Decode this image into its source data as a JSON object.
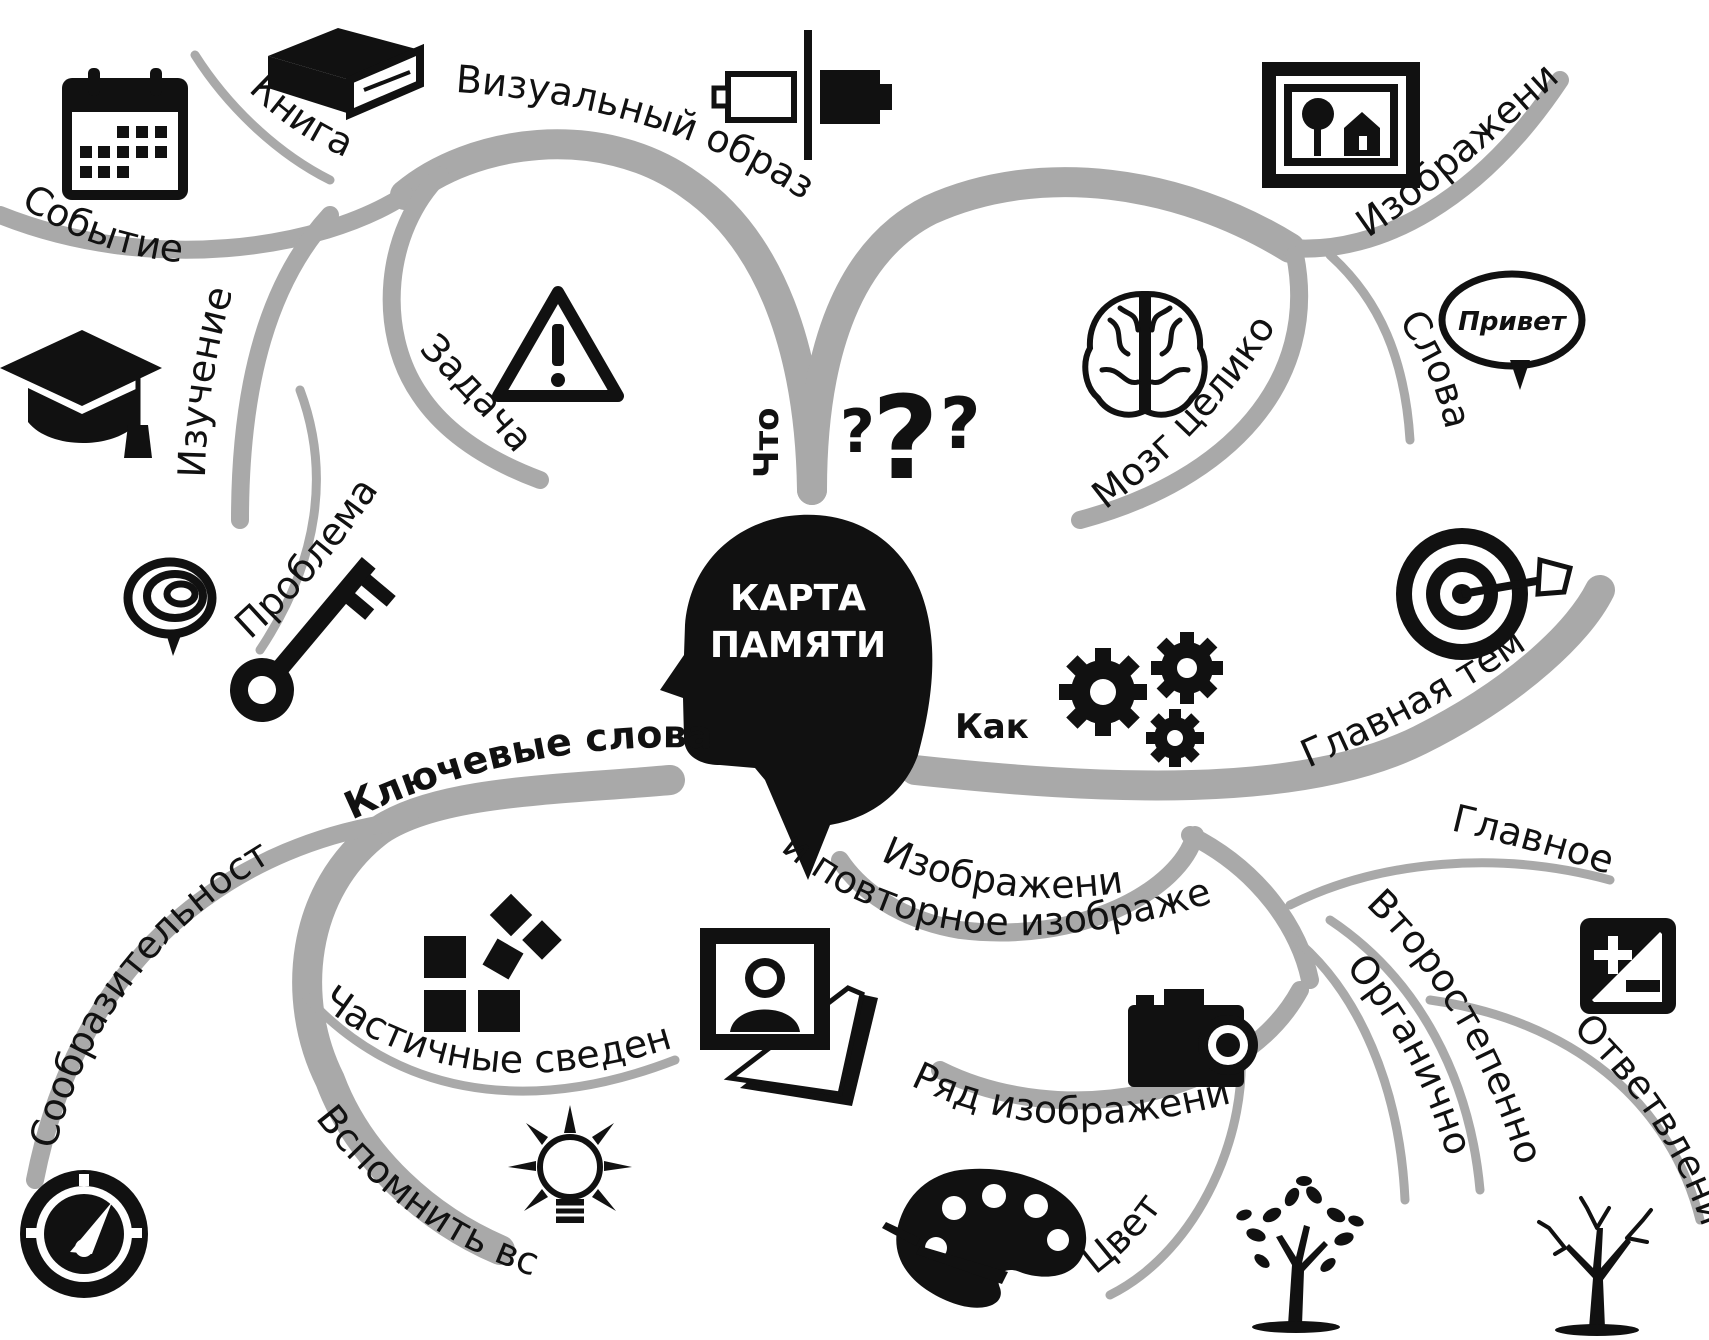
{
  "center": {
    "line1": "КАРТА",
    "line2": "ПАМЯТИ"
  },
  "main_branches": {
    "what": "Что",
    "how": "Как",
    "keywords": "Ключевые слова",
    "repetition": "и повторное изображение"
  },
  "labels": {
    "event": "Событие",
    "book": "Книга",
    "visual_image": "Визуальный образ",
    "study": "Изучение",
    "task": "Задача",
    "problem": "Проблема",
    "images": "Изображения",
    "words": "Слова",
    "whole_brain": "Мозг целиком",
    "main_topic": "Главная тема",
    "image": "Изображение",
    "main": "Главное",
    "secondary": "Второстепенное",
    "organic": "Органично",
    "branching": "Ответвления",
    "image_series": "Ряд изображений",
    "color": "Цвет",
    "wit": "Сообразительность",
    "partial_info": "Частичные сведения",
    "recall_all": "Вспомнить все"
  },
  "speech_bubble_text": "Привет",
  "icons": [
    "calendar-icon",
    "book-icon",
    "battery-icon",
    "graduation-cap-icon",
    "warning-icon",
    "spiral-chat-icon",
    "question-marks-icon",
    "framed-picture-icon",
    "brain-icon",
    "speech-bubble-icon",
    "target-arrow-icon",
    "gears-icon",
    "key-icon",
    "blocks-icon",
    "photo-stack-icon",
    "camera-icon",
    "plus-minus-icon",
    "lightbulb-icon",
    "palette-icon",
    "leafy-tree-icon",
    "bare-tree-icon",
    "speedometer-icon"
  ],
  "colors": {
    "branch": "#a9a9a9",
    "ink": "#111111",
    "background": "#ffffff"
  }
}
